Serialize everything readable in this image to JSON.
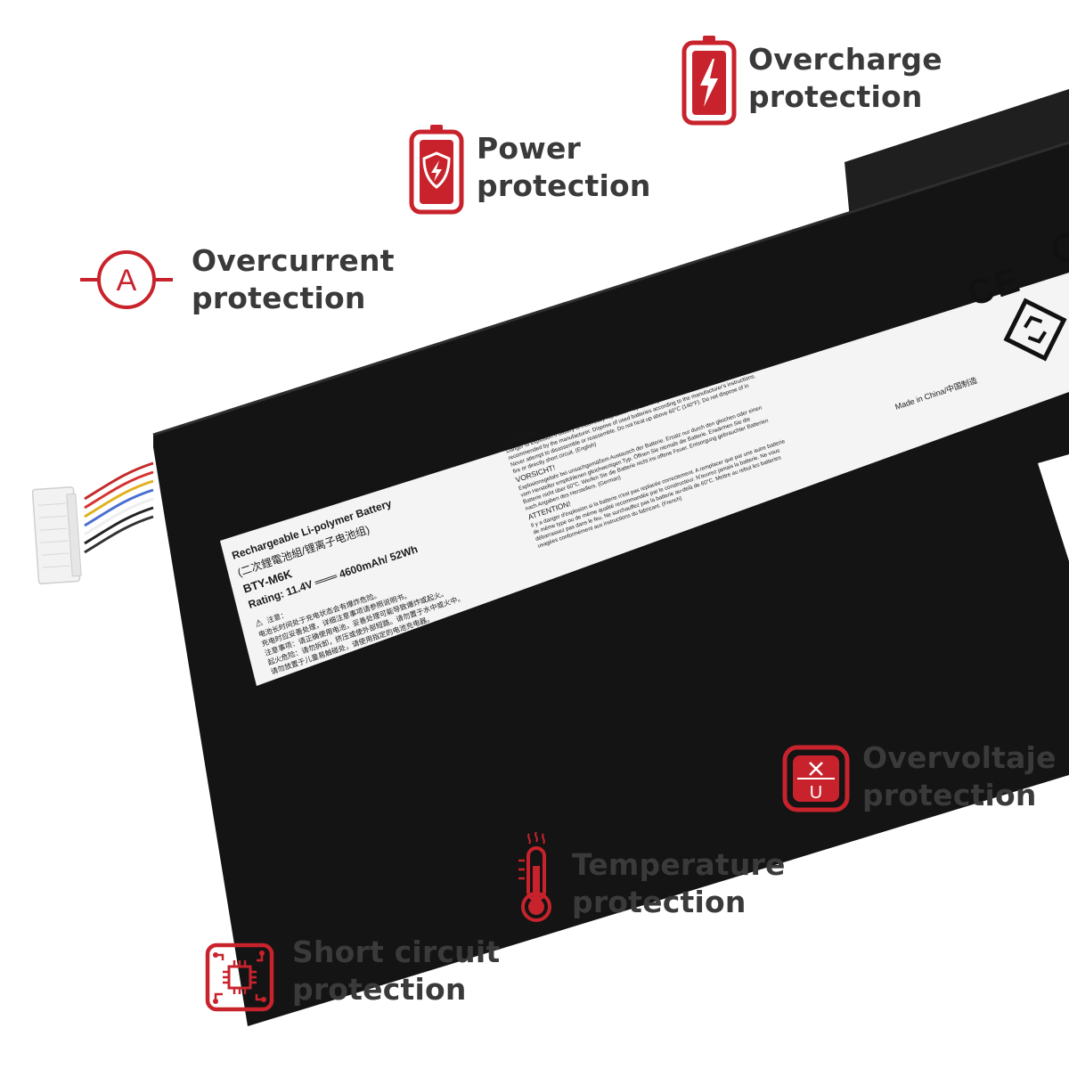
{
  "features": {
    "overcharge": {
      "line1": "Overcharge",
      "line2": "protection"
    },
    "power": {
      "line1": "Power",
      "line2": "protection"
    },
    "overcurrent": {
      "line1": "Overcurrent",
      "line2": "protection"
    },
    "overvoltage": {
      "line1": "Overvoltaje",
      "line2": "protection"
    },
    "temperature": {
      "line1": "Temperature",
      "line2": "protection"
    },
    "short_circuit": {
      "line1": "Short circuit",
      "line2": "protection"
    }
  },
  "icons": {
    "overcharge": "battery-lightning-icon",
    "power": "battery-shield-icon",
    "overcurrent": "ammeter-icon",
    "overvoltage": "voltage-icon",
    "temperature": "thermometer-icon",
    "short_circuit": "circuit-chip-icon",
    "overcurrent_letter": "A",
    "overvoltage_letter": "U"
  },
  "battery_label": {
    "title": "Rechargeable Li-polymer Battery",
    "subtitle": "(二次鋰電池組/锂离子电池组)",
    "model": "BTY-M6K",
    "rating": "Rating: 11.4V ═══ 4600mAh/ 52Wh",
    "cn_warning_1": "电池长时间处于充电状态会有爆炸危险。",
    "cn_warning_2": "充电时应妥善处理，详细注意事项请参照说明书。",
    "cn_warning_3": "注意事项：请正确使用电池，妥善处理可能导致爆炸或起火。",
    "cn_warning_4": "起火危险：请勿拆卸，挤压或使外部短路。请勿置于水中或火中。",
    "cn_warning_5": "请勿放置于儿童易触碰处，请使用指定的电池充电器。",
    "caution_title": "CAUTION!",
    "caution_1": "Danger of explosion if battery is incorrectly replaced. Replace only with the same or equivalent type",
    "caution_2": "recommended by the manufacturer. Dispose of used batteries according to the manufacturer's instructions.",
    "caution_3": "Never attempt to disassemble or reassemble. Do not heat up above 60°C (140°F). Do not dispose of in",
    "caution_4": "fire or directly short circuit. (English)",
    "vorsicht_title": "VORSICHT!",
    "vorsicht_1": "Explosionsgefahr bei unsachgemäßem Austausch der Batterie. Ersatz nur durch den gleichen oder einen",
    "vorsicht_2": "vom Hersteller empfohlenen gleichwertigen Typ. Öffnen Sie niemals die Batterie. Erwärmen Sie die",
    "vorsicht_3": "Batterie nicht über 60°C. Werfen Sie die Batterie nicht ins offene Feuer. Entsorgung gebrauchter Batterien",
    "vorsicht_4": "nach Angaben des Herstellers. (German)",
    "attention_title": "ATTENTION!",
    "attention_1": "Il y a danger d'explosion si la batterie n'est pas replacée correctement. A remplacer que par une autre batterie",
    "attention_2": "de même type ou de même qualité recommandée par le constructeur. N'ouvrez jamais la batterie. Ne vous",
    "attention_3": "débarrassez pas dans le feu. Ne surchauffez pas la batterie au-delà de 60°C. Mettre au rebut les batteries",
    "attention_4": "usagées conformément aux instructions du fabricant. (French)",
    "made_in": "Made in China/中国制造",
    "ce_mark": "CE",
    "warning_glyph": "⚠",
    "cn_notice": "注意："
  },
  "colors": {
    "accent_red": "#c8232c",
    "text_dark": "#3a3a3a",
    "battery_black": "#161616",
    "label_white": "#f4f4f4"
  }
}
